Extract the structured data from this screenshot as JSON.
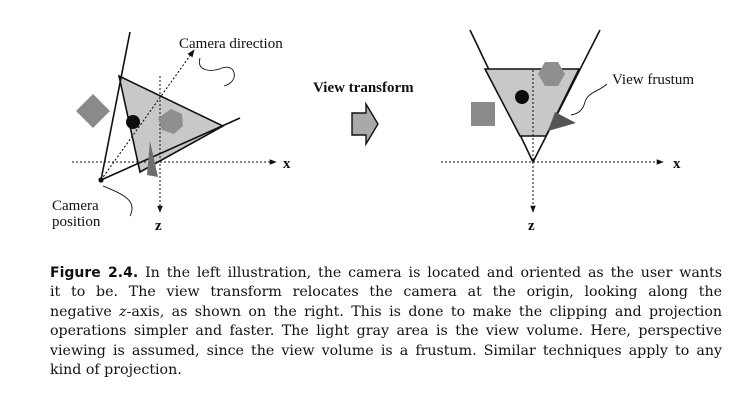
{
  "figure": {
    "left_panel": {
      "camera_direction_label": "Camera direction",
      "camera_position_label_line1": "Camera",
      "camera_position_label_line2": "position",
      "x_axis_label": "x",
      "z_axis_label": "z"
    },
    "middle": {
      "view_transform_label": "View transform"
    },
    "right_panel": {
      "view_frustum_label": "View frustum",
      "x_axis_label": "x",
      "z_axis_label": "z"
    }
  },
  "caption": {
    "figure_label": "Figure 2.4.",
    "line1": "In the left illustration, the camera is located and oriented as the user wants",
    "line2": "it to be.  The view transform relocates the camera at the origin, looking along the",
    "line3_pre": "negative ",
    "line3_var": "z",
    "line3_post": "-axis, as shown on the right.  This is done to make the clipping and projection",
    "line4": "operations simpler and faster. The light gray area is the view volume.  Here, perspective",
    "line5": "viewing is assumed, since the view volume is a frustum. Similar techniques apply to any",
    "line6": "kind of projection."
  },
  "colors": {
    "view_volume": "#c8c8c8",
    "square": "#8a8a8a",
    "hexagon": "#8f8f8f",
    "cone": "#6e6e6e",
    "ink": "#111111"
  }
}
